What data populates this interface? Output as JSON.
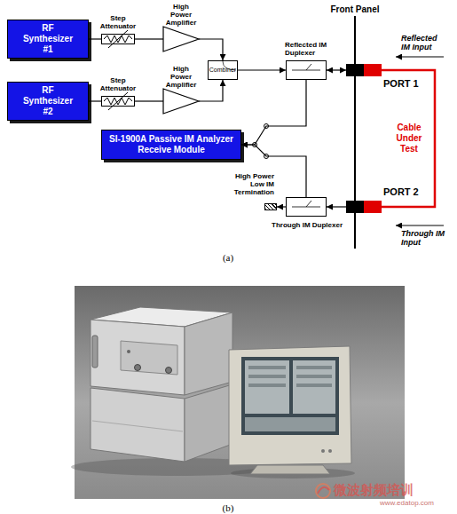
{
  "diagram": {
    "nodes": [
      {
        "text": [
          "RF Synthesizer #1"
        ]
      },
      {
        "text": [
          "Step Attenuator"
        ]
      },
      {
        "text": [
          "High Power Amplifier"
        ]
      },
      {
        "text": [
          "RF Synthesizer #2"
        ]
      },
      {
        "text": [
          "Step Attenuator"
        ]
      },
      {
        "text": [
          "High Power Amplifier"
        ]
      },
      {
        "text": [
          "Combiner"
        ]
      },
      {
        "text": [
          "Reflected IM Duplexer"
        ]
      },
      {
        "text": [
          "PORT 1"
        ]
      },
      {
        "text": [
          "SI-1900A Passive IM Analyzer Receive Module"
        ]
      },
      {
        "text": [
          "High Power Low IM Termination"
        ]
      },
      {
        "text": [
          "Through IM Duplexer"
        ]
      },
      {
        "text": [
          "PORT 2"
        ]
      }
    ],
    "edges": [
      {
        "from": 0,
        "to": 1,
        "arrow": "none"
      },
      {
        "from": 1,
        "to": 2,
        "arrow": "none"
      },
      {
        "from": 3,
        "to": 4,
        "arrow": "none"
      },
      {
        "from": 4,
        "to": 5,
        "arrow": "none"
      },
      {
        "from": 2,
        "to": 6,
        "arrow": "to"
      },
      {
        "from": 5,
        "to": 6,
        "arrow": "to"
      },
      {
        "from": 6,
        "to": 7,
        "arrow": "to"
      },
      {
        "from": 7,
        "to": 8,
        "arrow": "both"
      },
      {
        "from": 8,
        "to": 12,
        "label": "Cable Under Test",
        "arrow": "none"
      },
      {
        "from": 12,
        "to": 11,
        "arrow": "to"
      },
      {
        "from": 11,
        "to": 10,
        "arrow": "to"
      },
      {
        "from": 7,
        "to": 9,
        "arrow": "to"
      },
      {
        "from": 11,
        "to": 9,
        "arrow": "to"
      }
    ],
    "labels": [
      "Front Panel",
      "Reflected IM Input",
      "Through IM Input",
      "(a)",
      "(b)",
      "微波射频培训",
      "www.edatop.com"
    ]
  }
}
